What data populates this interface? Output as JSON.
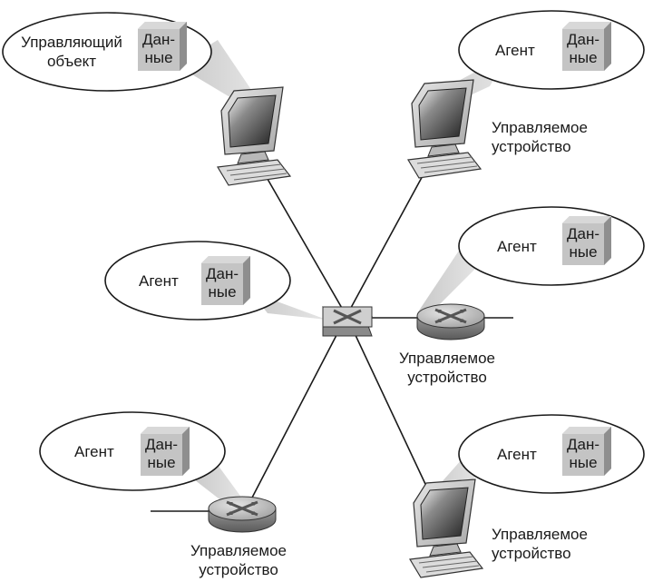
{
  "manager": {
    "label_line1": "Управляющий",
    "label_line2": "объект",
    "data_line1": "Дан-",
    "data_line2": "ные"
  },
  "agent_top_right": {
    "bubble_label": "Агент",
    "data_line1": "Дан-",
    "data_line2": "ные",
    "device_line1": "Управляемое",
    "device_line2": "устройство"
  },
  "agent_switch": {
    "bubble_label": "Агент",
    "data_line1": "Дан-",
    "data_line2": "ные"
  },
  "agent_router_right": {
    "bubble_label": "Агент",
    "data_line1": "Дан-",
    "data_line2": "ные",
    "device_line1": "Управляемое",
    "device_line2": "устройство"
  },
  "agent_router_left": {
    "bubble_label": "Агент",
    "data_line1": "Дан-",
    "data_line2": "ные",
    "device_line1": "Управляемое",
    "device_line2": "устройство"
  },
  "agent_bottom_right": {
    "bubble_label": "Агент",
    "data_line1": "Дан-",
    "data_line2": "ные",
    "device_line1": "Управляемое",
    "device_line2": "устройство"
  }
}
